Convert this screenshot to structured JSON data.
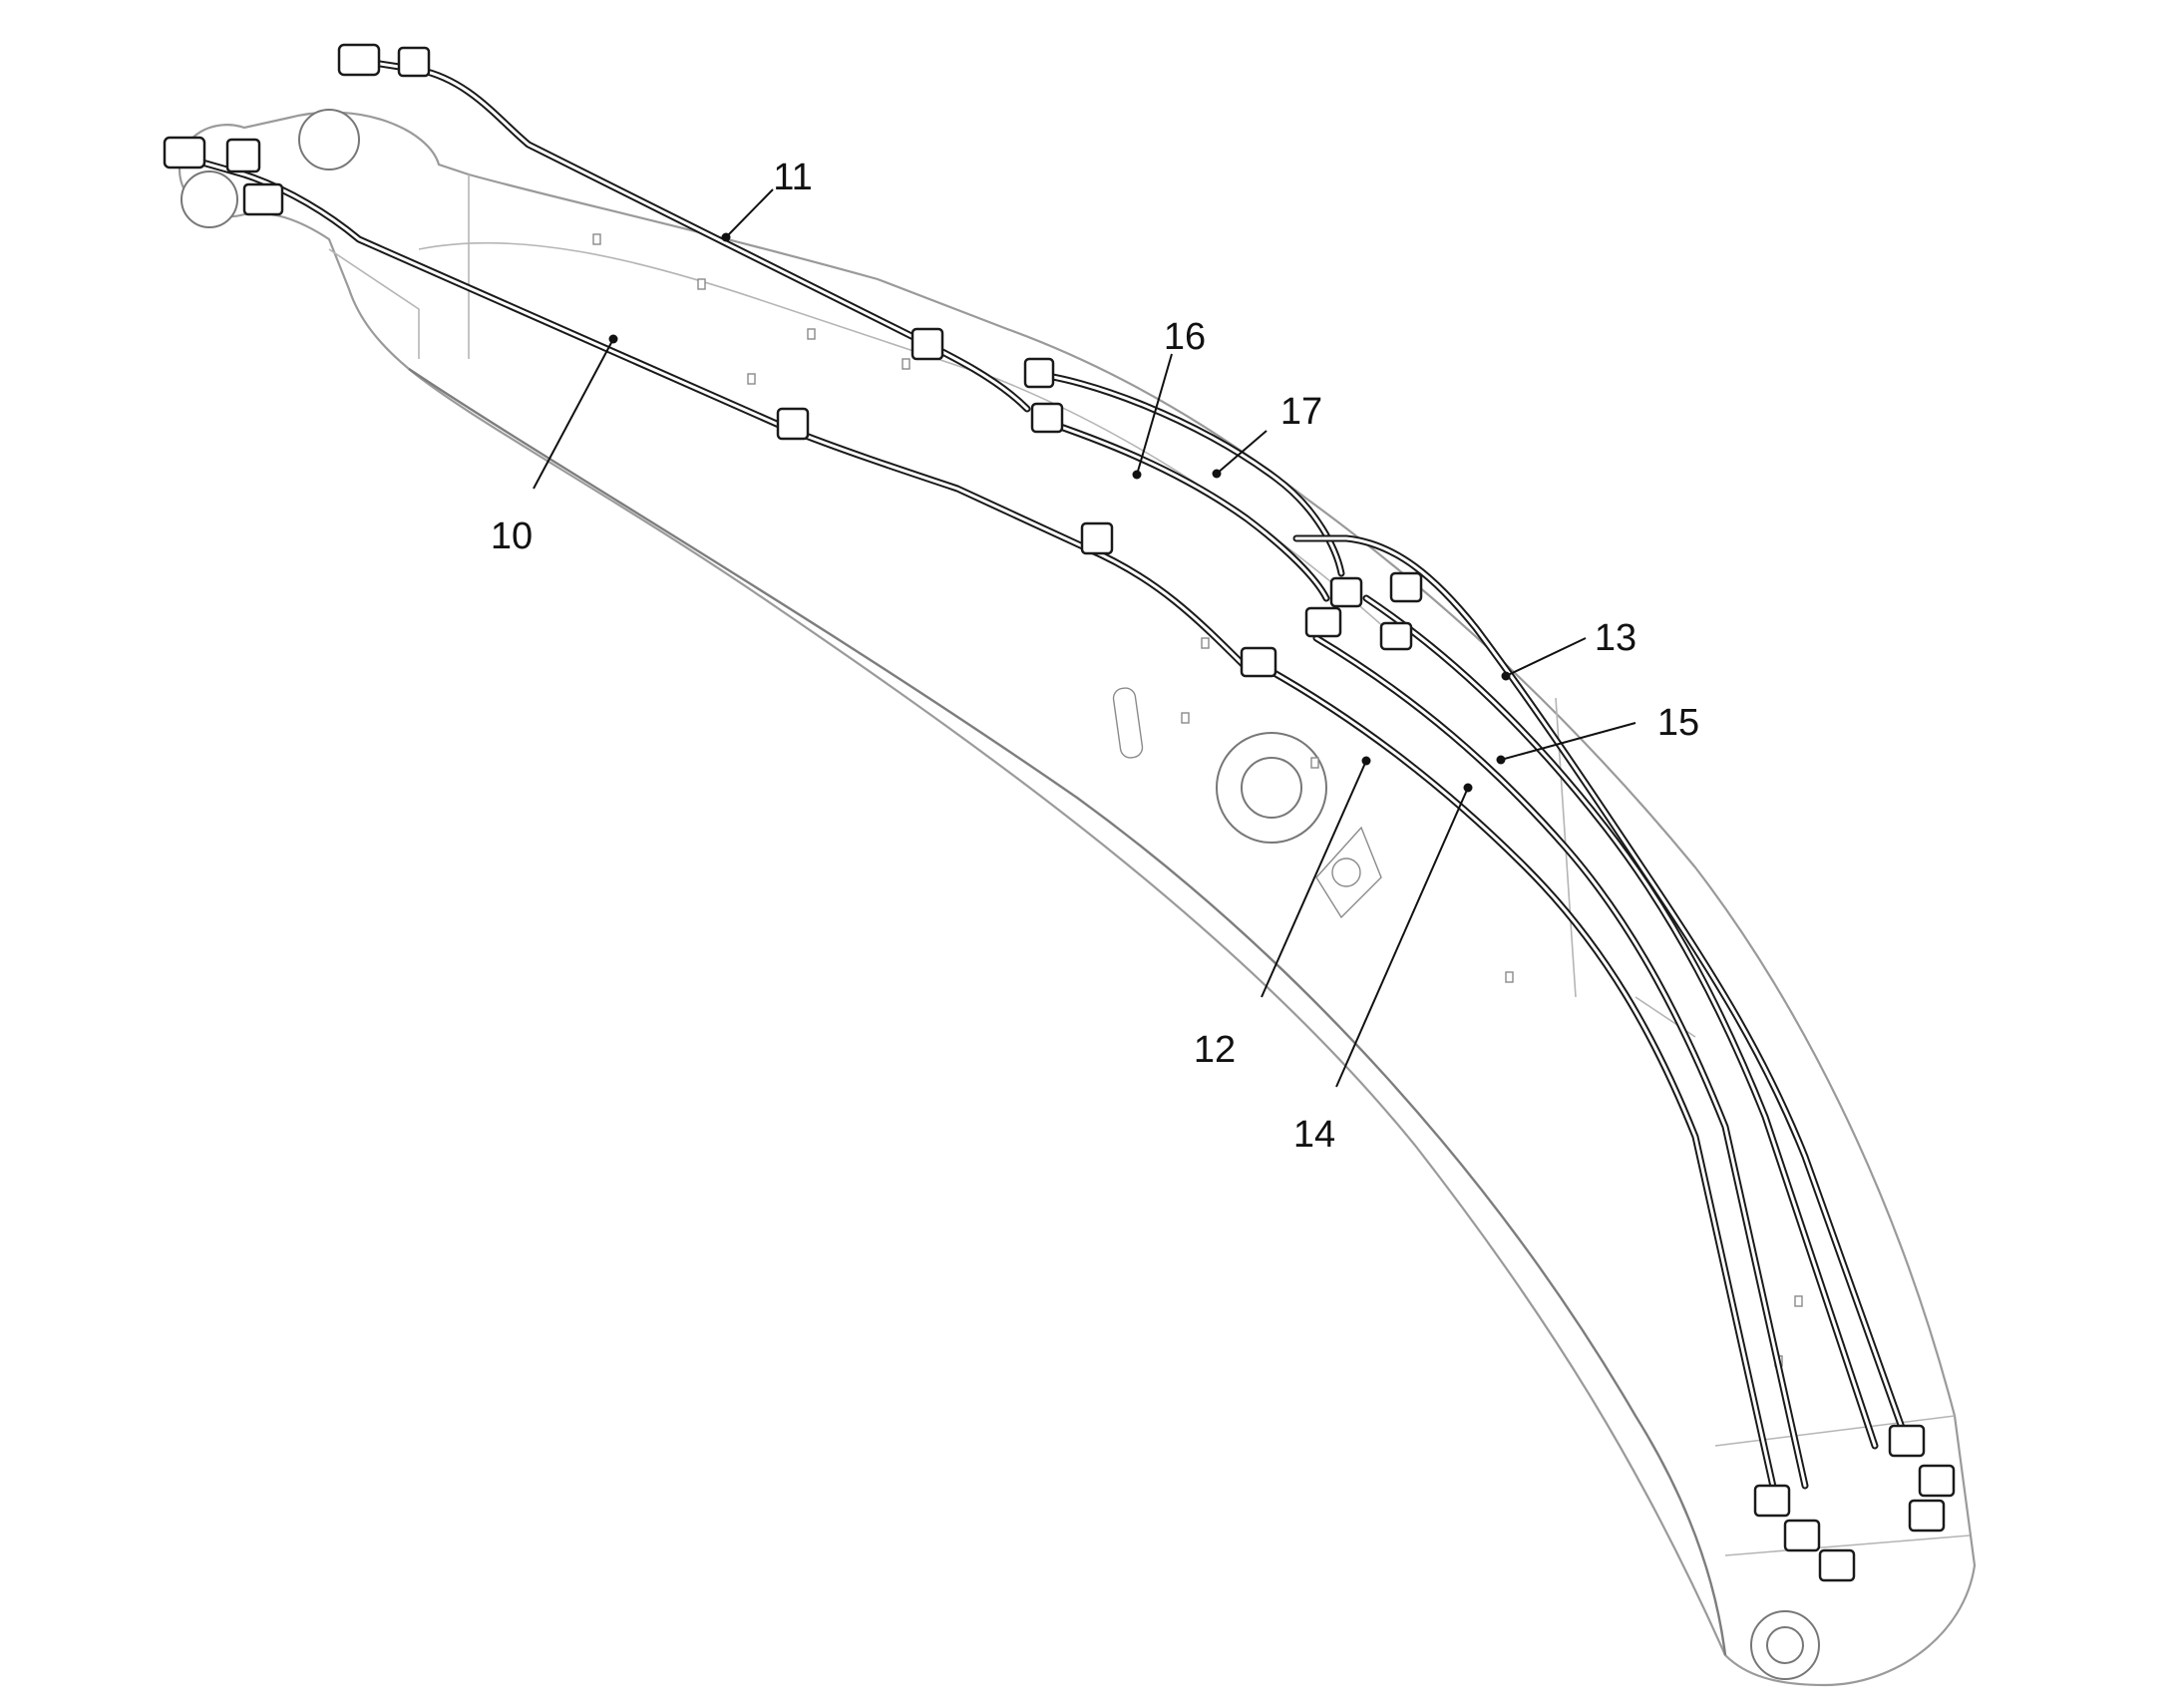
{
  "diagram": {
    "callouts": [
      {
        "id": "10",
        "label": "10"
      },
      {
        "id": "11",
        "label": "11"
      },
      {
        "id": "12",
        "label": "12"
      },
      {
        "id": "13",
        "label": "13"
      },
      {
        "id": "14",
        "label": "14"
      },
      {
        "id": "15",
        "label": "15"
      },
      {
        "id": "16",
        "label": "16"
      },
      {
        "id": "17",
        "label": "17"
      }
    ],
    "colors": {
      "line": "#1a1a1a",
      "outline": "#9a9a9a",
      "background": "#ffffff"
    }
  }
}
